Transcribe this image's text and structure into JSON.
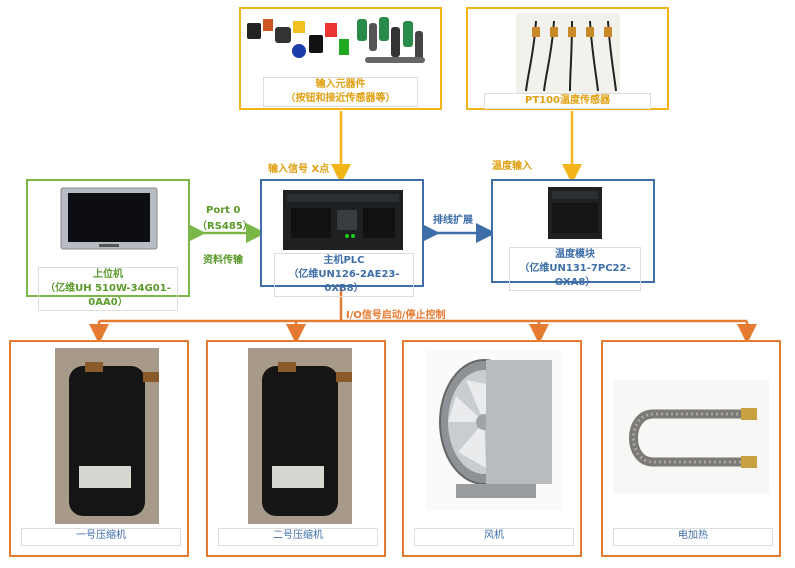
{
  "top_left": {
    "title": "输入元器件",
    "subtitle": "（按钮和接近传感器等）"
  },
  "top_right": {
    "title": "PT100温度传感器"
  },
  "plc": {
    "title": "主机PLC",
    "subtitle": "（亿维UN126-2AE23-0XB8）"
  },
  "hmi": {
    "title": "上位机",
    "subtitle": "（亿维UH 510W-34G01-0AA0）"
  },
  "temp_module": {
    "title": "温度模块",
    "subtitle": "（亿维UN131-7PC22-OXA8）"
  },
  "labels": {
    "input_signal": "输入信号 X点",
    "temp_input": "温度输入",
    "port": "Port 0",
    "rs485": "（RS485）",
    "data_transfer": "资料传输",
    "bus_ext": "排线扩展",
    "io_control": "I/O信号启动/停止控制"
  },
  "outputs": [
    {
      "label": "一号压缩机"
    },
    {
      "label": "二号压缩机"
    },
    {
      "label": "风机"
    },
    {
      "label": "电加热"
    }
  ],
  "colors": {
    "yellow": "#f2b419",
    "green": "#7ab648",
    "blue": "#3d6ea8",
    "orange": "#e57a32"
  }
}
